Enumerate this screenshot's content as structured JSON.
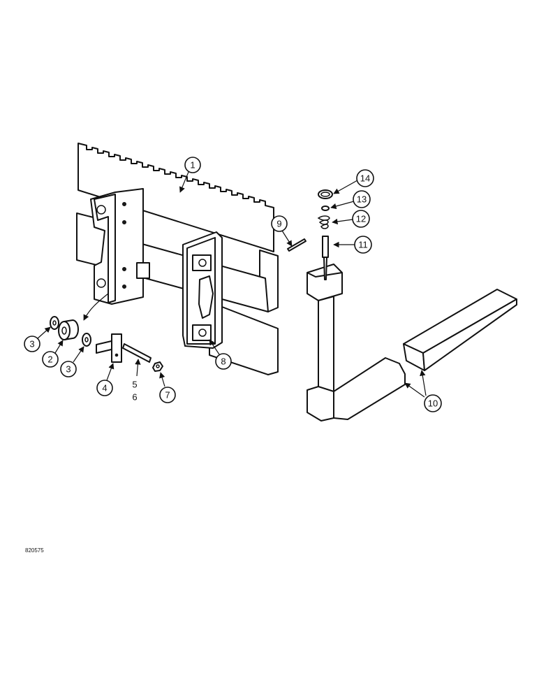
{
  "figure": {
    "id_label": "820575"
  },
  "callouts": [
    {
      "key": "c1",
      "label": "1"
    },
    {
      "key": "c2",
      "label": "2"
    },
    {
      "key": "c3a",
      "label": "3"
    },
    {
      "key": "c3b",
      "label": "3"
    },
    {
      "key": "c4",
      "label": "4"
    },
    {
      "key": "c56",
      "label": "5"
    },
    {
      "key": "c56b",
      "label": "6"
    },
    {
      "key": "c7",
      "label": "7"
    },
    {
      "key": "c8",
      "label": "8"
    },
    {
      "key": "c9",
      "label": "9"
    },
    {
      "key": "c10",
      "label": "10"
    },
    {
      "key": "c11",
      "label": "11"
    },
    {
      "key": "c12",
      "label": "12"
    },
    {
      "key": "c13",
      "label": "13"
    },
    {
      "key": "c14",
      "label": "14"
    }
  ]
}
